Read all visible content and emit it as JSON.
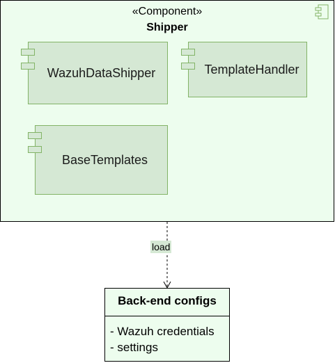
{
  "shipper": {
    "stereotype": "«Component»",
    "title": "Shipper",
    "icon": "component-icon",
    "subcomponents": [
      {
        "label": "WazuhDataShipper"
      },
      {
        "label": "TemplateHandler"
      },
      {
        "label": "BaseTemplates"
      }
    ]
  },
  "connector": {
    "label": "load",
    "style": "dashed-arrow"
  },
  "backend": {
    "title": "Back-end configs",
    "attributes": [
      "- Wazuh credentials",
      "- settings"
    ]
  },
  "colors": {
    "container_fill": "#edfdee",
    "subcomponent_fill": "#d5e8d4",
    "subcomponent_border": "#82b366",
    "label_fill": "#d5e8d4",
    "line": "#000000"
  }
}
